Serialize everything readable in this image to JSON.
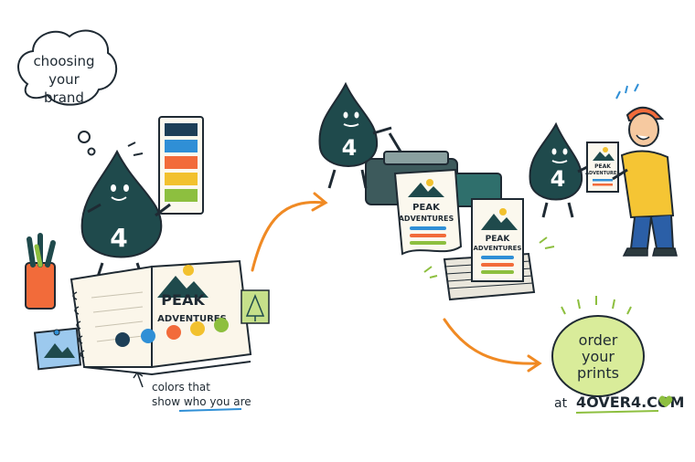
{
  "thought_bubble": {
    "line1": "choosing",
    "line2": "your",
    "line3": "brand"
  },
  "mascot": {
    "number": "4"
  },
  "brand_logo": {
    "line1": "PEAK",
    "line2": "ADVENTURES"
  },
  "caption": {
    "line1": "colors that",
    "line2": "show who you are"
  },
  "cta": {
    "line1": "order",
    "line2": "your",
    "line3": "prints",
    "url_prefix": "at",
    "url": "4OVER4.COM"
  },
  "colors": {
    "mascot": "#1f4a4c",
    "swatch_navy": "#1d3f57",
    "swatch_blue": "#2f8fd6",
    "swatch_orange": "#f26b3a",
    "swatch_yellow": "#f2c12e",
    "swatch_green": "#8dbf3f",
    "arrow": "#f08a24",
    "cta_fill": "#d9ec9a"
  }
}
